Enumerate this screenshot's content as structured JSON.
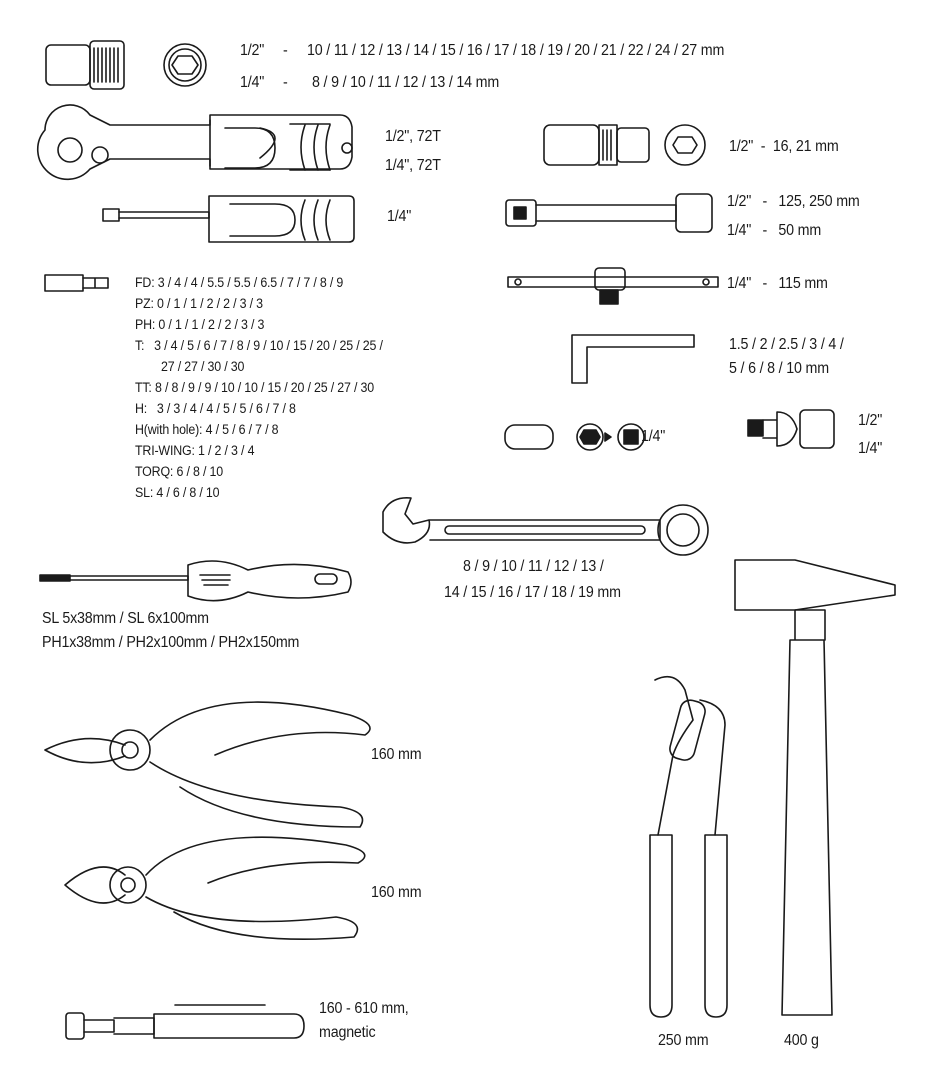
{
  "sockets": {
    "half_inch": {
      "drive": "1/2\"",
      "sep": "-",
      "sizes": "10 / 11 / 12 / 13 / 14 / 15 / 16 / 17 / 18 / 19 / 20 / 21 / 22 / 24 / 27 mm"
    },
    "quarter_inch": {
      "drive": "1/4\"",
      "sep": "-",
      "sizes": "8 / 9 / 10 / 11 / 12 / 13 / 14 mm"
    }
  },
  "ratchets": [
    "1/2\", 72T",
    "1/4\", 72T"
  ],
  "screwdriver_handle": "1/4\"",
  "bits": {
    "FD": "FD: 3 / 4 / 4 / 5.5 / 5.5 / 6.5 / 7 / 7 / 8 / 9",
    "PZ": "PZ: 0 / 1 / 1 / 2 / 2 / 3 / 3",
    "PH": "PH: 0 / 1 / 1 / 2 / 2 / 3 / 3",
    "T": "T:   3 / 4 / 5 / 6 / 7 / 8 / 9 / 10 / 15 / 20 / 25 / 25 /",
    "T_cont": "27 / 27 / 30 / 30",
    "TT": "TT: 8 / 8 / 9 / 9 / 10 / 10 / 15 / 20 / 25 / 27 / 30",
    "H": "H:   3 / 3 / 4 / 4 / 5 / 5 / 6 / 7 / 8",
    "H_hole": "H(with hole): 4 / 5 / 6 / 7 / 8",
    "TRI_WING": "TRI-WING: 1 / 2 / 3 / 4",
    "TORQ": "TORQ: 6 / 8 / 10",
    "SL": "SL: 4 / 6 / 8 / 10"
  },
  "spark_plug_socket": "1/2\"  -  16, 21 mm",
  "extensions": [
    "1/2\"   -   125, 250 mm",
    "1/4\"   -   50 mm"
  ],
  "t_bar": "1/4\"   -   115 mm",
  "hex_keys": [
    "1.5 / 2 / 2.5 / 3 / 4 /",
    "5 / 6 / 8 / 10 mm"
  ],
  "adapter": "1/4\"",
  "universal_joint": [
    "1/2\"",
    "1/4\""
  ],
  "wrenches": [
    "8 / 9 / 10 / 11 / 12 / 13 /",
    "14 / 15 / 16 / 17 / 18 / 19 mm"
  ],
  "screwdrivers": [
    "SL 5x38mm / SL 6x100mm",
    "PH1x38mm / PH2x100mm / PH2x150mm"
  ],
  "combination_pliers": "160 mm",
  "side_cutters": "160 mm",
  "pickup_tool": [
    "160 - 610 mm,",
    "magnetic"
  ],
  "water_pump_pliers": "250 mm",
  "hammer": "400 g"
}
